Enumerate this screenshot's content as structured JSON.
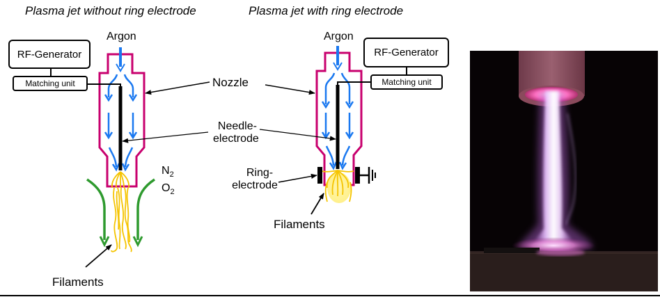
{
  "figure": {
    "left_panel": {
      "title": "Plasma jet without ring electrode",
      "gas_label": "Argon",
      "generator_label": "RF-Generator",
      "matching_unit_label": "Matching unit",
      "ambient_gas": {
        "line1": "N",
        "line1_sub": "2",
        "line2": "O",
        "line2_sub": "2"
      },
      "filaments_label": "Filaments"
    },
    "right_panel": {
      "title": "Plasma jet with ring electrode",
      "gas_label": "Argon",
      "generator_label": "RF-Generator",
      "matching_unit_label": "Matching unit",
      "ring_electrode_label_line1": "Ring-",
      "ring_electrode_label_line2": "electrode",
      "filaments_label": "Filaments"
    },
    "shared_labels": {
      "nozzle": "Nozzle",
      "needle_electrode_line1": "Needle-",
      "needle_electrode_line2": "electrode"
    },
    "photo": {
      "description": "Photograph of plasma jet discharge impinging on surface"
    },
    "colors": {
      "nozzle": "#c8006e",
      "gas_flow": "#1a78f0",
      "ambient_flow": "#2e9a2e",
      "filaments": "#f5c400",
      "glow": "#fff3a0",
      "electrode": "#000000"
    }
  }
}
